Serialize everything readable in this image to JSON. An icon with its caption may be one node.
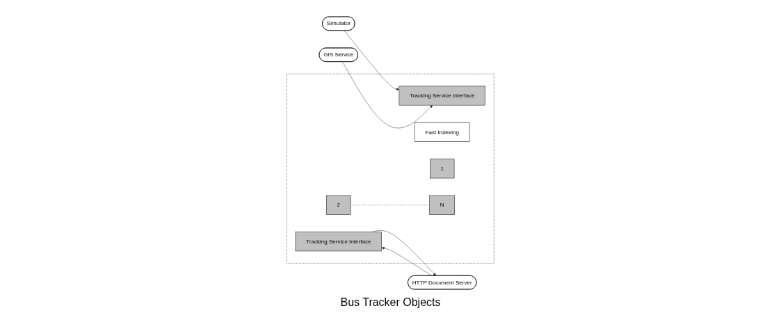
{
  "diagram": {
    "nodes": [
      {
        "text": [],
        "shape": "box"
      },
      {
        "text": [
          "Simulator"
        ]
      },
      {
        "text": [
          "GIS Service"
        ]
      },
      {
        "text": [
          "Tracking Service Interface"
        ],
        "in": 0
      },
      {
        "text": [
          "Fast Indexing"
        ],
        "in": 0
      },
      {
        "text": [
          "1"
        ],
        "in": 0
      },
      {
        "text": [
          "2"
        ],
        "in": 0
      },
      {
        "text": [
          "N"
        ],
        "in": 0
      },
      {
        "text": [
          "Tracking Service Interface"
        ],
        "in": 0
      },
      {
        "text": [
          "HTTP Document Server"
        ]
      }
    ],
    "edges": [
      {
        "from": 1,
        "to": 3,
        "arrow": "to"
      },
      {
        "from": 2,
        "to": 3,
        "arrow": "to"
      },
      {
        "from": 6,
        "to": 7,
        "arrow": "none",
        "style": "dashed"
      },
      {
        "from": 8,
        "to": 9,
        "arrow": "to"
      },
      {
        "from": 9,
        "to": 8,
        "arrow": "to"
      }
    ],
    "labels": [
      "Bus Tracker Objects"
    ]
  }
}
